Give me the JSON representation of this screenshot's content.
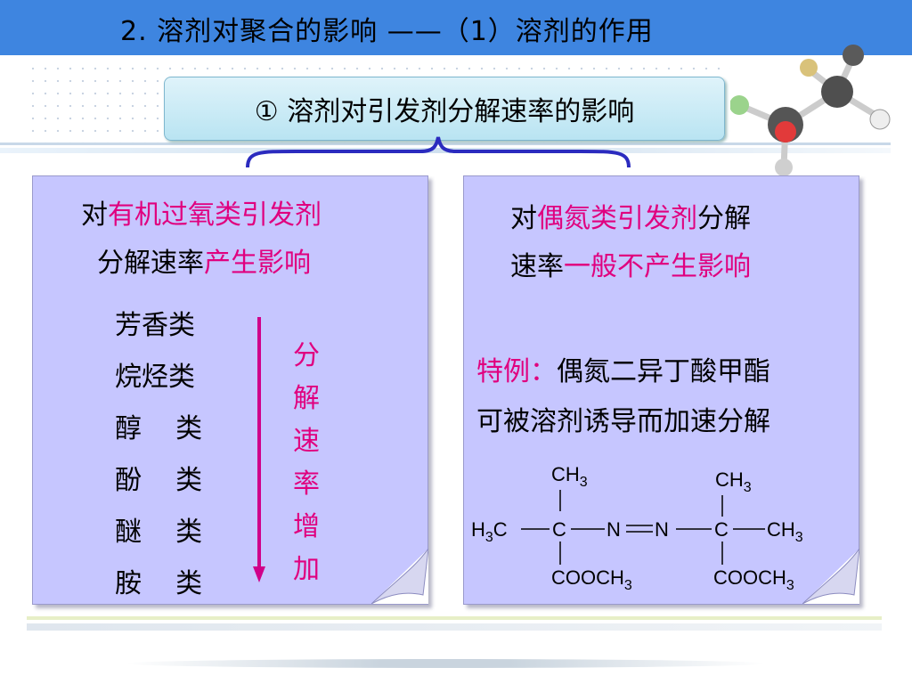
{
  "header": {
    "title": "2. 溶剂对聚合的影响 ——（1）溶剂的作用"
  },
  "subtitle": {
    "text": "①  溶剂对引发剂分解速率的影响"
  },
  "left_card": {
    "line1_prefix": "对",
    "line1_highlight": "有机过氧类引发剂",
    "line2_prefix": "分解速率",
    "line2_highlight": "产生影响",
    "classes": [
      {
        "name": "芳香类"
      },
      {
        "name": "烷烃类"
      },
      {
        "name": "醇    类"
      },
      {
        "name": "酚    类"
      },
      {
        "name": "醚    类"
      },
      {
        "name": "胺    类"
      }
    ],
    "trend_chars": [
      "分",
      "解",
      "速",
      "率",
      "增",
      "加"
    ]
  },
  "right_card": {
    "line1_prefix": "对",
    "line1_highlight": "偶氮类引发剂",
    "line1_suffix": "分解",
    "line2_prefix": "速率",
    "line2_highlight": "一般不产生影响",
    "special_label": "特例：",
    "special_text": "偶氮二异丁酸甲酯",
    "special_line2": "可被溶剂诱导而加速分解",
    "formula": {
      "ch3_top_left": "CH",
      "ch3_top_right": "CH",
      "left_group": "H",
      "left_c": "C",
      "c1": "C",
      "n1": "N",
      "n2": "N",
      "c2": "C",
      "right_group": "CH",
      "ester_left": "COOCH",
      "ester_right": "COOCH",
      "subscript": "3"
    }
  },
  "colors": {
    "title_bar": "#3e85e0",
    "card": "#c6c6ff",
    "highlight": "#e0007f",
    "brace": "#2b2bbf"
  }
}
